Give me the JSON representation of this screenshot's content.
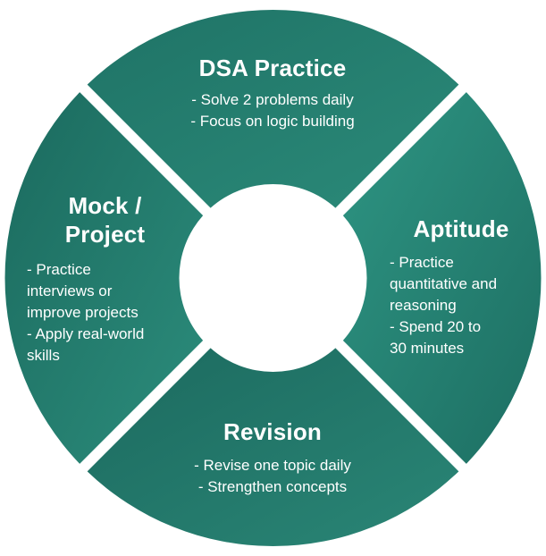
{
  "colors": {
    "segment_dark": "#1c6b60",
    "segment_light": "#2f9482",
    "text": "#ffffff",
    "background": "#ffffff"
  },
  "segments": {
    "top": {
      "title": "DSA Practice",
      "points": [
        "- Solve 2 problems daily",
        "- Focus on logic building"
      ]
    },
    "right": {
      "title": "Aptitude",
      "points": [
        "- Practice\nquantitative and\nreasoning",
        "- Spend 20 to\n30 minutes"
      ]
    },
    "bottom": {
      "title": "Revision",
      "points": [
        "- Revise one topic daily",
        "- Strengthen concepts"
      ]
    },
    "left": {
      "title_line1": "Mock /",
      "title_line2": "Project",
      "points": [
        "- Practice\ninterviews or\nimprove projects",
        "- Apply real-world\nskills"
      ]
    }
  }
}
